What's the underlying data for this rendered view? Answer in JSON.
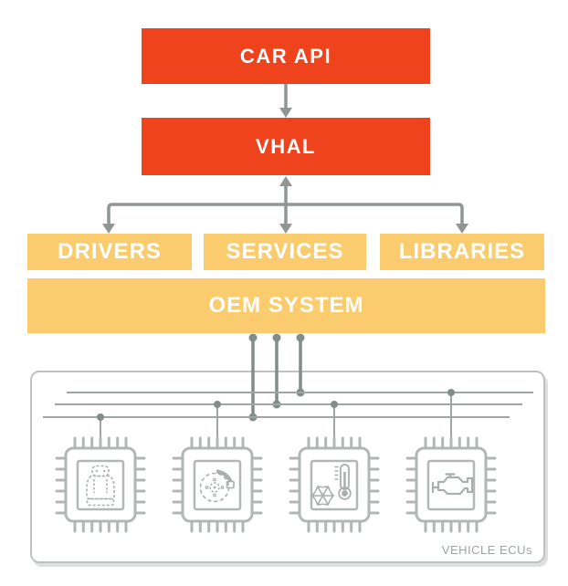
{
  "diagram": {
    "type": "architecture-diagram",
    "subject": "Android Automotive vehicle HAL stack",
    "nodes": {
      "car_api": "CAR API",
      "vhal": "VHAL",
      "drivers": "DRIVERS",
      "services": "SERVICES",
      "libraries": "LIBRARIES",
      "oem_system": "OEM SYSTEM"
    },
    "ecu_panel": {
      "label": "VEHICLE ECUs",
      "bus_line_count": 3,
      "chips": [
        {
          "name": "seat-ecu",
          "icon": "car-seat-icon",
          "connected_bus_line": 3
        },
        {
          "name": "brake-ecu",
          "icon": "brake-disc-icon",
          "connected_bus_line": 2
        },
        {
          "name": "climate-ecu",
          "icon": "snowflake-thermometer-icon",
          "connected_bus_line": 2
        },
        {
          "name": "engine-ecu",
          "icon": "engine-icon",
          "connected_bus_line": 1
        }
      ]
    },
    "edges": [
      {
        "from": "CAR API",
        "to": "VHAL",
        "style": "one-way-arrow"
      },
      {
        "from": "VHAL",
        "to": "SERVICES",
        "style": "two-way-arrow"
      },
      {
        "from": "VHAL",
        "to": "DRIVERS",
        "style": "one-way-arrow"
      },
      {
        "from": "VHAL",
        "to": "LIBRARIES",
        "style": "one-way-arrow"
      },
      {
        "from": "OEM SYSTEM",
        "to": "VEHICLE ECUs",
        "style": "bus-connectors",
        "count": 3
      }
    ],
    "colors": {
      "accent_orange": "#EF431D",
      "accent_yellow": "#FACC6E",
      "arrow_gray": "#8F9694",
      "connector_gray": "#828C8A",
      "bus_line_gray": "#9FA5A4",
      "chip_outline_gray": "#B1B7B6",
      "panel_border_gray": "#BDC2C1",
      "panel_label_gray": "#9CA3A1",
      "text_white": "#FFFFFF",
      "background": "#FFFFFF"
    }
  }
}
